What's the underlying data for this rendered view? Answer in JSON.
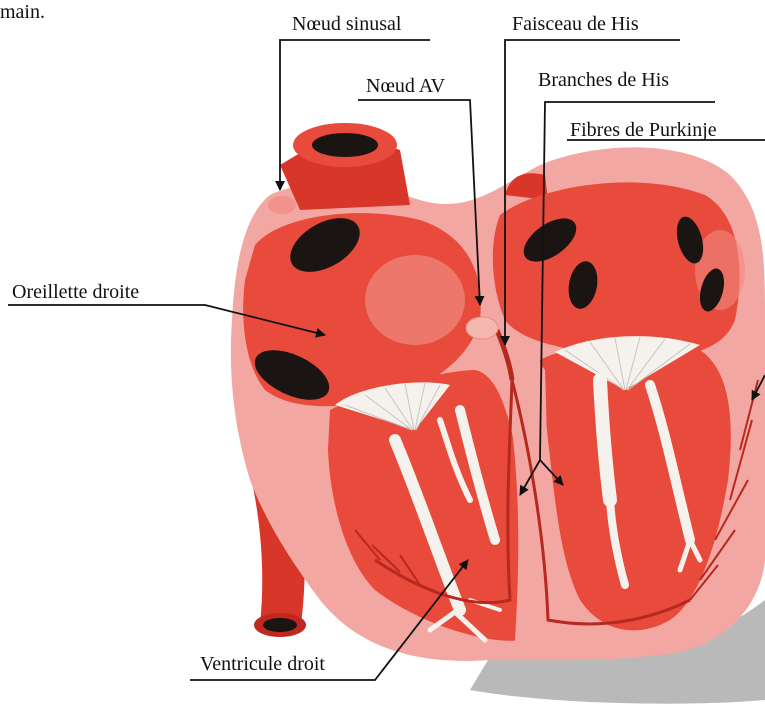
{
  "header_fragment": "main.",
  "labels": {
    "sa_node": "Nœud sinusal",
    "bundle_of_his": "Faisceau de His",
    "av_node": "Nœud AV",
    "his_branches": "Branches de His",
    "purkinje_fibers": "Fibres de Purkinje",
    "right_atrium": "Oreillette droite",
    "right_ventricle": "Ventricule droit"
  },
  "colors": {
    "tissue_light": "#f3a7a3",
    "tissue_outer": "#e88f8a",
    "muscle_red": "#e84a3b",
    "muscle_dark": "#c0271e",
    "vessel_red": "#d9362a",
    "chamber_hole": "#1a1512",
    "valve_white": "#f5f2ee",
    "conduction": "#b8281f",
    "leader_line": "#111111",
    "shadow_grey": "#b9b9b9"
  }
}
